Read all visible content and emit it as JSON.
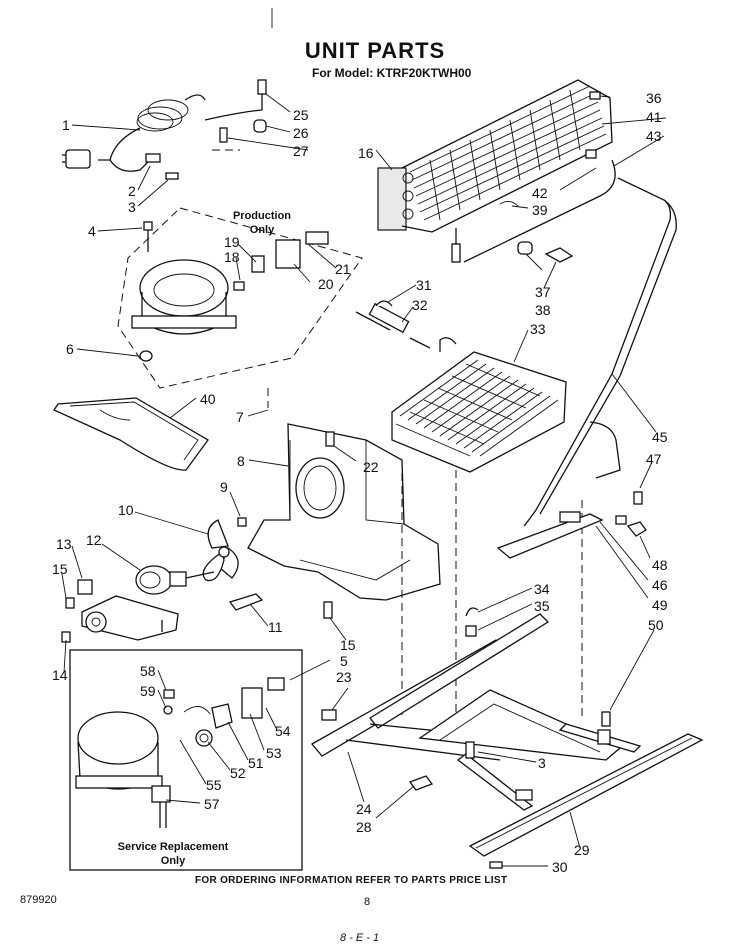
{
  "header": {
    "title": "UNIT PARTS",
    "model_line": "For Model: KTRF20KTWH00"
  },
  "notes": {
    "production_only": "Production Only",
    "service_replacement_only": "Service Replacement Only"
  },
  "footer": {
    "ordering_info": "FOR ORDERING INFORMATION REFER TO PARTS PRICE LIST",
    "catalog_number": "879920",
    "page_number": "8",
    "page_id": "8 - E - 1"
  },
  "callouts": [
    "1",
    "2",
    "3",
    "4",
    "6",
    "7",
    "8",
    "9",
    "10",
    "11",
    "12",
    "13",
    "14",
    "15",
    "16",
    "18",
    "19",
    "20",
    "21",
    "22",
    "23",
    "24",
    "25",
    "26",
    "27",
    "28",
    "29",
    "30",
    "31",
    "32",
    "33",
    "34",
    "35",
    "36",
    "37",
    "38",
    "39",
    "40",
    "41",
    "42",
    "43",
    "45",
    "46",
    "47",
    "48",
    "49",
    "50",
    "51",
    "52",
    "53",
    "54",
    "55",
    "57",
    "58",
    "59",
    "3",
    "5",
    "15"
  ]
}
